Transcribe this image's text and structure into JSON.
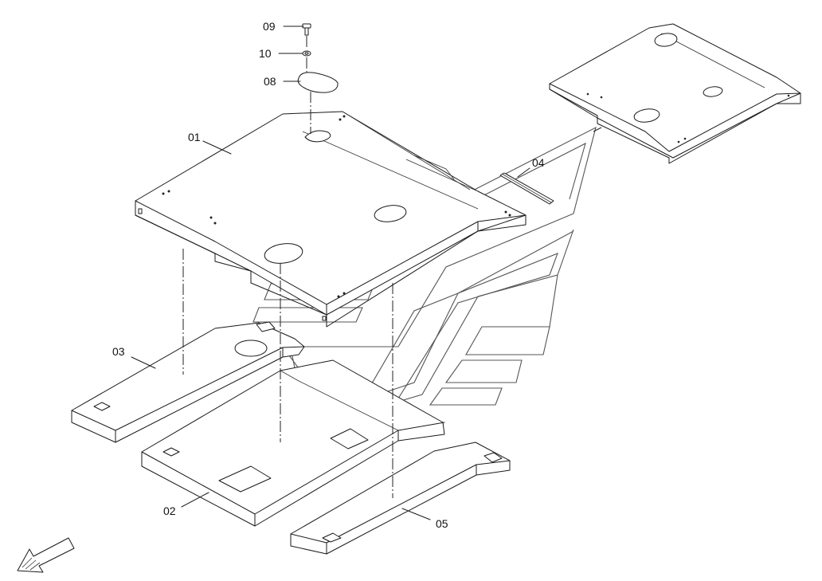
{
  "labels": {
    "p01": "01",
    "p02": "02",
    "p03": "03",
    "p04": "04",
    "p05": "05",
    "p08": "08",
    "p09": "09",
    "p10": "10"
  },
  "icons": {
    "direction_arrow": "arrow-down-left-icon",
    "watermark": "logo-watermark"
  }
}
